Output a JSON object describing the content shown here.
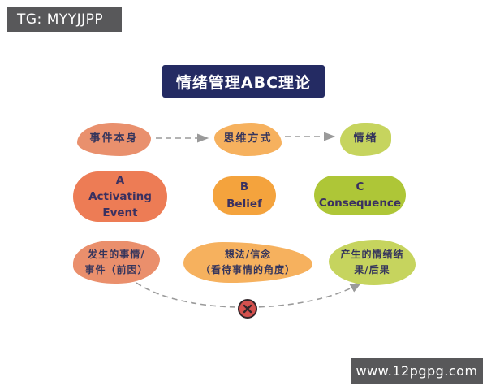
{
  "watermark_top": {
    "text": "TG: MYYJJPP"
  },
  "watermark_bottom": {
    "text": "www.12pgpg.com"
  },
  "title": {
    "text": "情绪管理ABC理论"
  },
  "flow_row": {
    "items": [
      {
        "label": "事件本身",
        "color": "#e9906d"
      },
      {
        "label": "思维方式",
        "color": "#f6b15e"
      },
      {
        "label": "情绪",
        "color": "#c6d45e"
      }
    ]
  },
  "abc_row": {
    "items": [
      {
        "letter": "A",
        "name": "Activating Event",
        "color": "#ed7c55"
      },
      {
        "letter": "B",
        "name": "Belief",
        "color": "#f4a33d"
      },
      {
        "letter": "C",
        "name": "Consequence",
        "color": "#aec637"
      }
    ]
  },
  "detail_row": {
    "items": [
      {
        "line1": "发生的事情/",
        "line2": "事件（前因）",
        "color": "#ea8f6c"
      },
      {
        "line1": "想法/信念",
        "line2": "（看待事情的角度）",
        "color": "#f6b15e"
      },
      {
        "line1": "产生的情绪结",
        "line2": "果/后果",
        "color": "#c6d45e"
      }
    ]
  },
  "connectors": {
    "arrow_color": "#9a9a9a",
    "block_marker_symbol": "x",
    "block_marker_fill": "#d4514e",
    "block_marker_border": "#33272b"
  },
  "colors": {
    "title_bg": "#242b63",
    "watermark_bg": "#58585a",
    "page_bg": "#ffffff",
    "text_dark": "#35355c"
  }
}
